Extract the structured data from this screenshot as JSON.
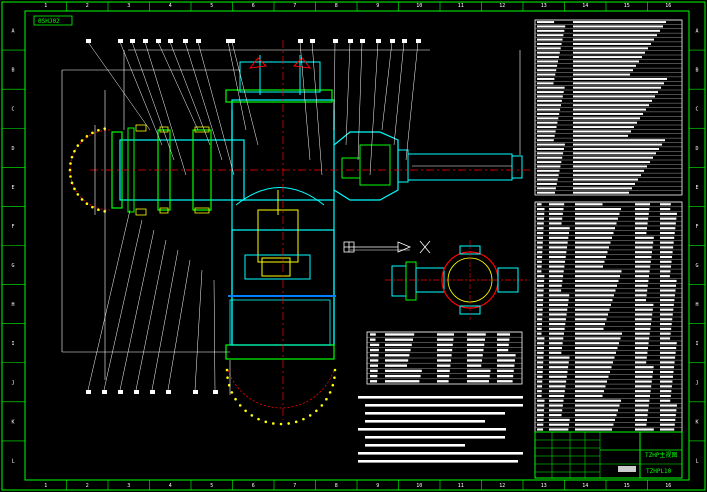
{
  "drawing": {
    "corner_tag": "0SHJ02",
    "drawing_number": "TZHPL10",
    "title_label": "TZHP主视图",
    "colors": {
      "background": "#000000",
      "frame": "#00ff00",
      "body_outline": "#00ffff",
      "centerline": "#ff0000",
      "text": "#ffffff",
      "flange": "#00ff00",
      "bolts": "#ffff00",
      "gear": "#ff0000"
    }
  },
  "zones": {
    "top": [
      "1",
      "2",
      "3",
      "4",
      "5",
      "6",
      "7",
      "8",
      "9",
      "10",
      "11",
      "12",
      "13",
      "14",
      "15",
      "16"
    ],
    "side": [
      "A",
      "B",
      "C",
      "D",
      "E",
      "F",
      "G",
      "H",
      "I",
      "J",
      "K",
      "L"
    ]
  }
}
